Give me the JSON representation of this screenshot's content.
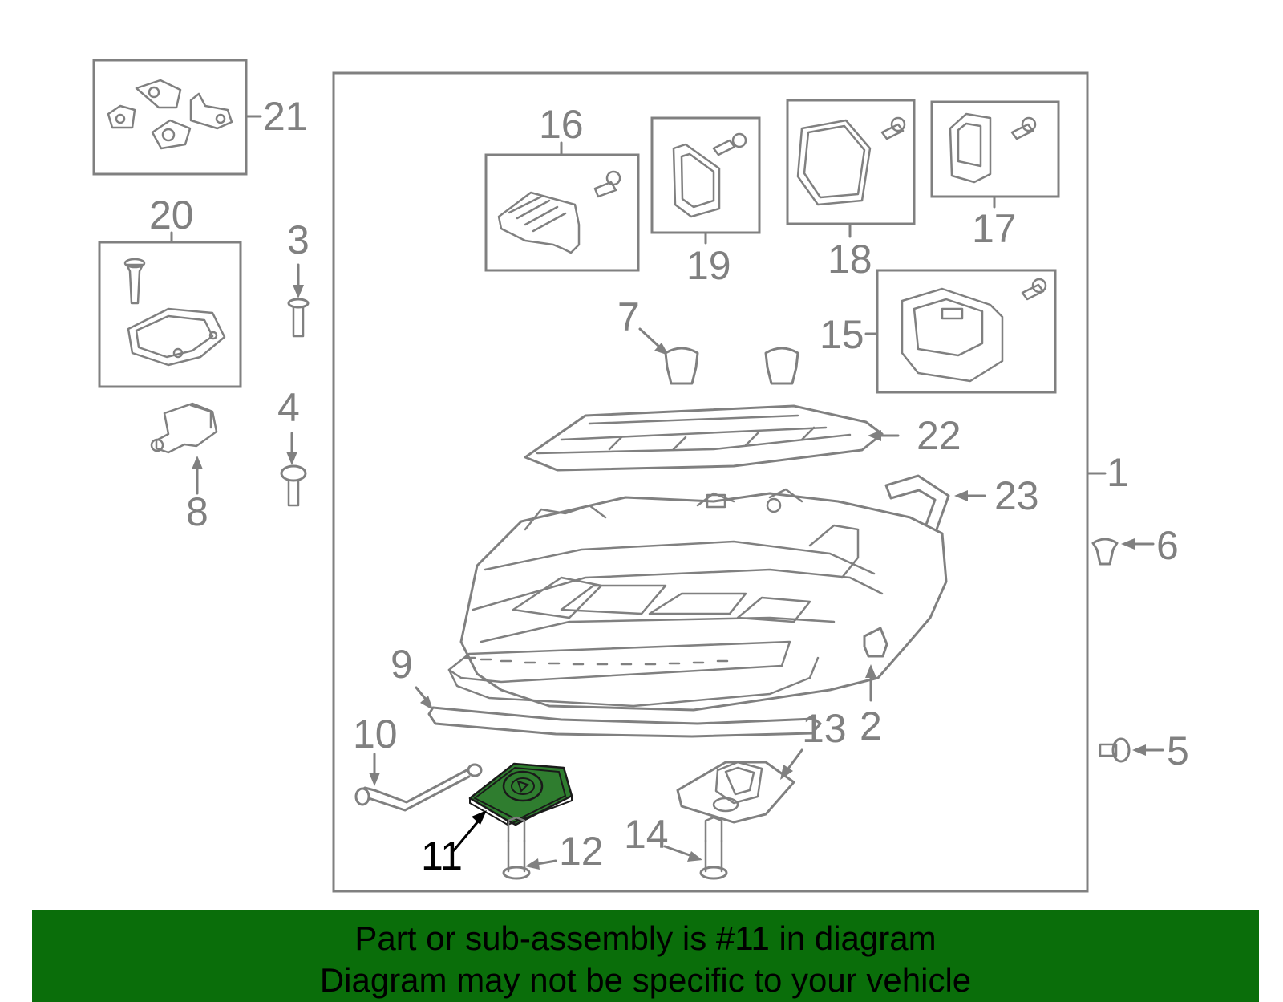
{
  "highlight_color": "#2f7d2f",
  "banner": {
    "bg_color": "#0a6e0a",
    "line1": "Part or sub-assembly is #11 in diagram",
    "line2": "Diagram may not be specific to your vehicle"
  },
  "callouts": {
    "c1": "1",
    "c2": "2",
    "c3": "3",
    "c4": "4",
    "c5": "5",
    "c6": "6",
    "c7": "7",
    "c8": "8",
    "c9": "9",
    "c10": "10",
    "c11": "11",
    "c12": "12",
    "c13": "13",
    "c14": "14",
    "c15": "15",
    "c16": "16",
    "c17": "17",
    "c18": "18",
    "c19": "19",
    "c20": "20",
    "c21": "21",
    "c22": "22",
    "c23": "23"
  },
  "highlighted_part": "11"
}
